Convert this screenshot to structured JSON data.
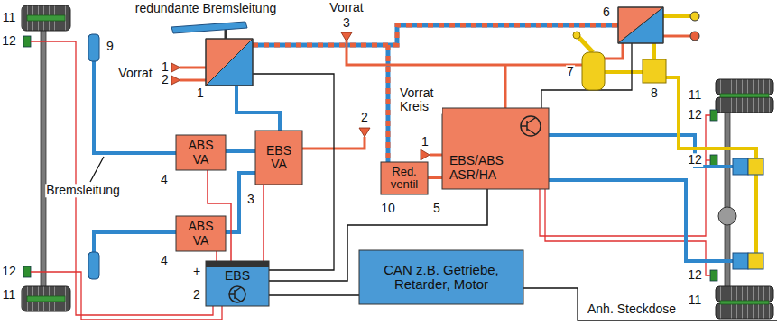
{
  "diagram": {
    "nodes": [
      {
        "text": [
          "EBS/ABS ASR/HA"
        ]
      },
      {
        "text": [
          "EBS VA"
        ]
      },
      {
        "text": [
          "ABS VA"
        ]
      },
      {
        "text": [
          "Red. ventil"
        ]
      },
      {
        "text": [
          "ABS VA"
        ]
      },
      {
        "text": [
          "EBS"
        ]
      },
      {
        "text": [
          "CAN z.B. Getriebe, Retarder, Motor"
        ]
      }
    ],
    "edges": [
      {
        "from": 1,
        "to": 2,
        "arrow": "none"
      },
      {
        "from": 1,
        "to": 4,
        "arrow": "none"
      },
      {
        "from": 3,
        "to": 0,
        "arrow": "none"
      },
      {
        "from": 5,
        "to": 6,
        "arrow": "none"
      },
      {
        "from": 5,
        "to": 4,
        "arrow": "none"
      },
      {
        "from": 5,
        "to": 2,
        "arrow": "none"
      },
      {
        "from": 5,
        "to": 1,
        "arrow": "none"
      },
      {
        "from": 5,
        "to": 0,
        "arrow": "none"
      }
    ],
    "labels": [
      "redundante Bremsleitung",
      "Vorrat",
      "3",
      "11",
      "12",
      "9",
      "1",
      "2",
      "Vorrat",
      "1",
      "7",
      "8",
      "6",
      "11",
      "12",
      "Vorrat Kreis",
      "2",
      "1",
      "4",
      "Bremsleitung",
      "3",
      "10",
      "5",
      "12",
      "4",
      "+",
      "2",
      "12",
      "12",
      "11",
      "11",
      "Anh. Steckdose"
    ]
  }
}
